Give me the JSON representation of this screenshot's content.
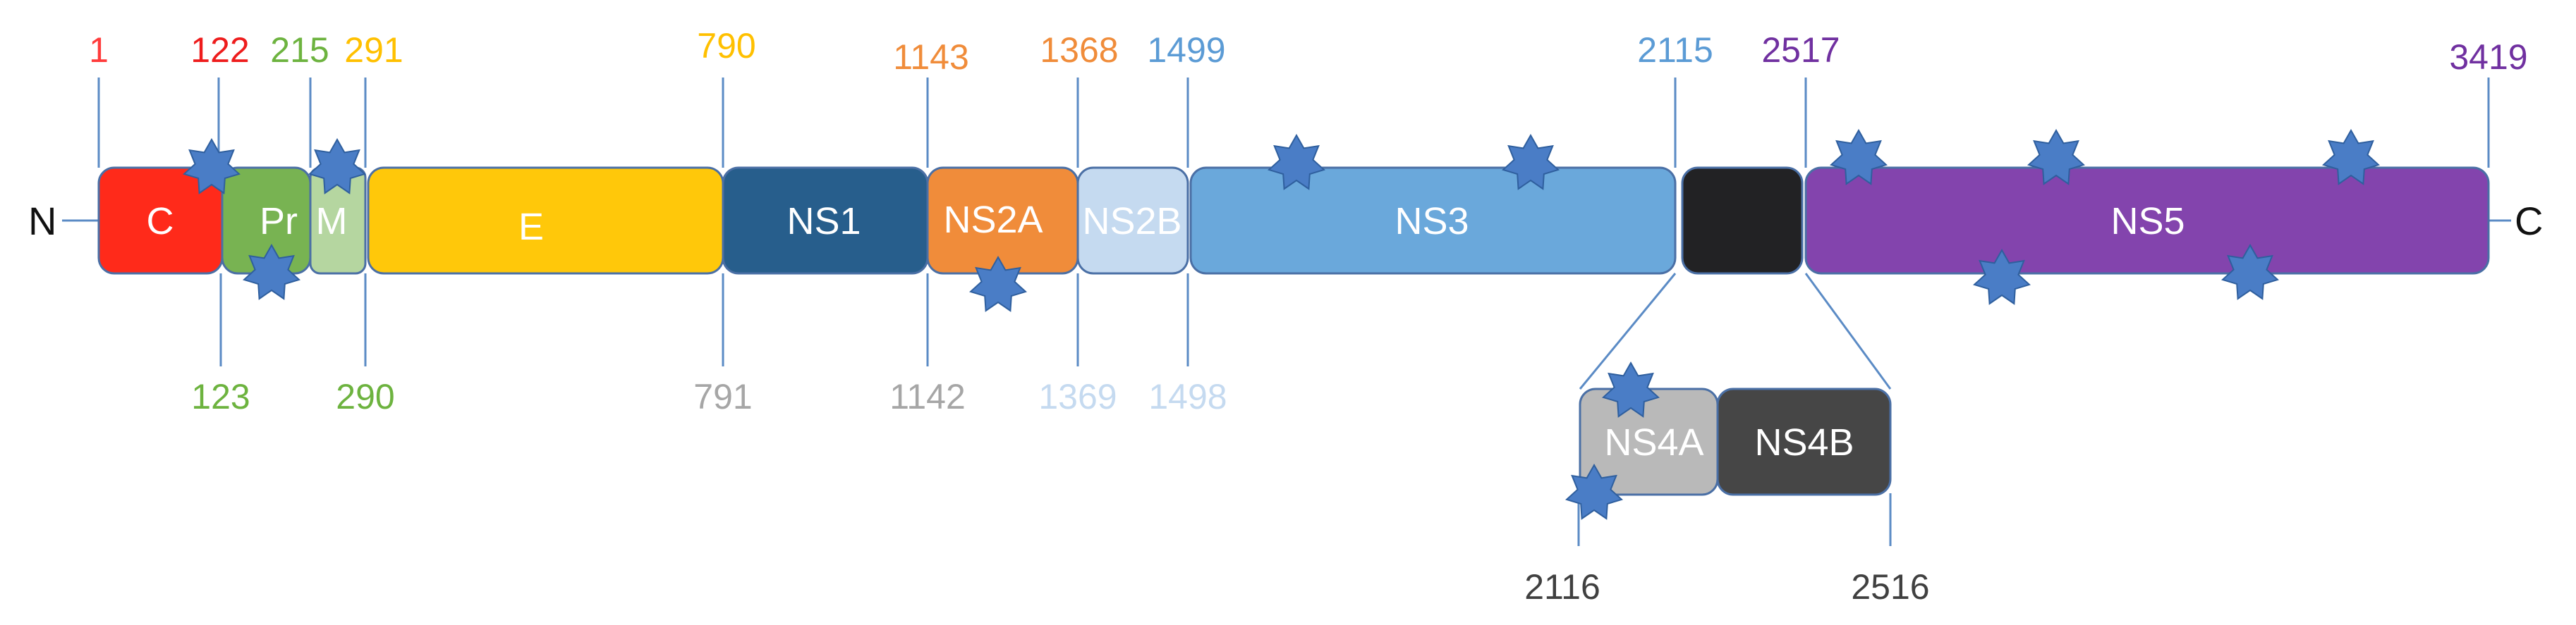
{
  "terminals": {
    "n": "N",
    "c": "C"
  },
  "segments": {
    "C": {
      "label": "C",
      "color": "#ff2a1a",
      "stroke": "#4a6fa5"
    },
    "Pr": {
      "label": "Pr",
      "color": "#78b352",
      "stroke": "#4a6fa5"
    },
    "M": {
      "label": "M",
      "color": "#b5d6a0",
      "stroke": "#4a6fa5"
    },
    "E": {
      "label": "E",
      "color": "#ffc80a",
      "stroke": "#4a6fa5"
    },
    "NS1": {
      "label": "NS1",
      "color": "#275e8c",
      "stroke": "#4a6fa5"
    },
    "NS2A": {
      "label": "NS2A",
      "color": "#f08c3a",
      "stroke": "#4a6fa5"
    },
    "NS2B": {
      "label": "NS2B",
      "color": "#c5daf0",
      "stroke": "#4a6fa5"
    },
    "NS3": {
      "label": "NS3",
      "color": "#6aa8db",
      "stroke": "#4a6fa5"
    },
    "NS4": {
      "label": "",
      "color": "#222224",
      "stroke": "#4a6fa5"
    },
    "NS5": {
      "label": "NS5",
      "color": "#8344ad",
      "stroke": "#4a6fa5"
    },
    "NS4A": {
      "label": "NS4A",
      "color": "#b9b9b9",
      "stroke": "#4a6fa5"
    },
    "NS4B": {
      "label": "NS4B",
      "color": "#464646",
      "stroke": "#4a6fa5"
    }
  },
  "top_labels": [
    {
      "text": "1",
      "color": "#ff3b3b"
    },
    {
      "text": "122",
      "color": "#ee1c1c"
    },
    {
      "text": "215",
      "color": "#6db33f"
    },
    {
      "text": "291",
      "color": "#ffc000"
    },
    {
      "text": "790",
      "color": "#ffc000"
    },
    {
      "text": "1143",
      "color": "#f08c3a"
    },
    {
      "text": "1368",
      "color": "#f08c3a"
    },
    {
      "text": "1499",
      "color": "#5b9bd5"
    },
    {
      "text": "2115",
      "color": "#5b9bd5"
    },
    {
      "text": "2517",
      "color": "#7030a0"
    },
    {
      "text": "3419",
      "color": "#7030a0"
    }
  ],
  "bottom_labels": [
    {
      "text": "123",
      "color": "#6db33f"
    },
    {
      "text": "290",
      "color": "#6db33f"
    },
    {
      "text": "791",
      "color": "#a6a6a6"
    },
    {
      "text": "1142",
      "color": "#a6a6a6"
    },
    {
      "text": "1369",
      "color": "#c5daf0"
    },
    {
      "text": "1498",
      "color": "#c5daf0"
    },
    {
      "text": "2116",
      "color": "#404040"
    },
    {
      "text": "2516",
      "color": "#404040"
    }
  ],
  "colors": {
    "tick_line": "#5b8bc5",
    "star": "#4a7dc6"
  }
}
